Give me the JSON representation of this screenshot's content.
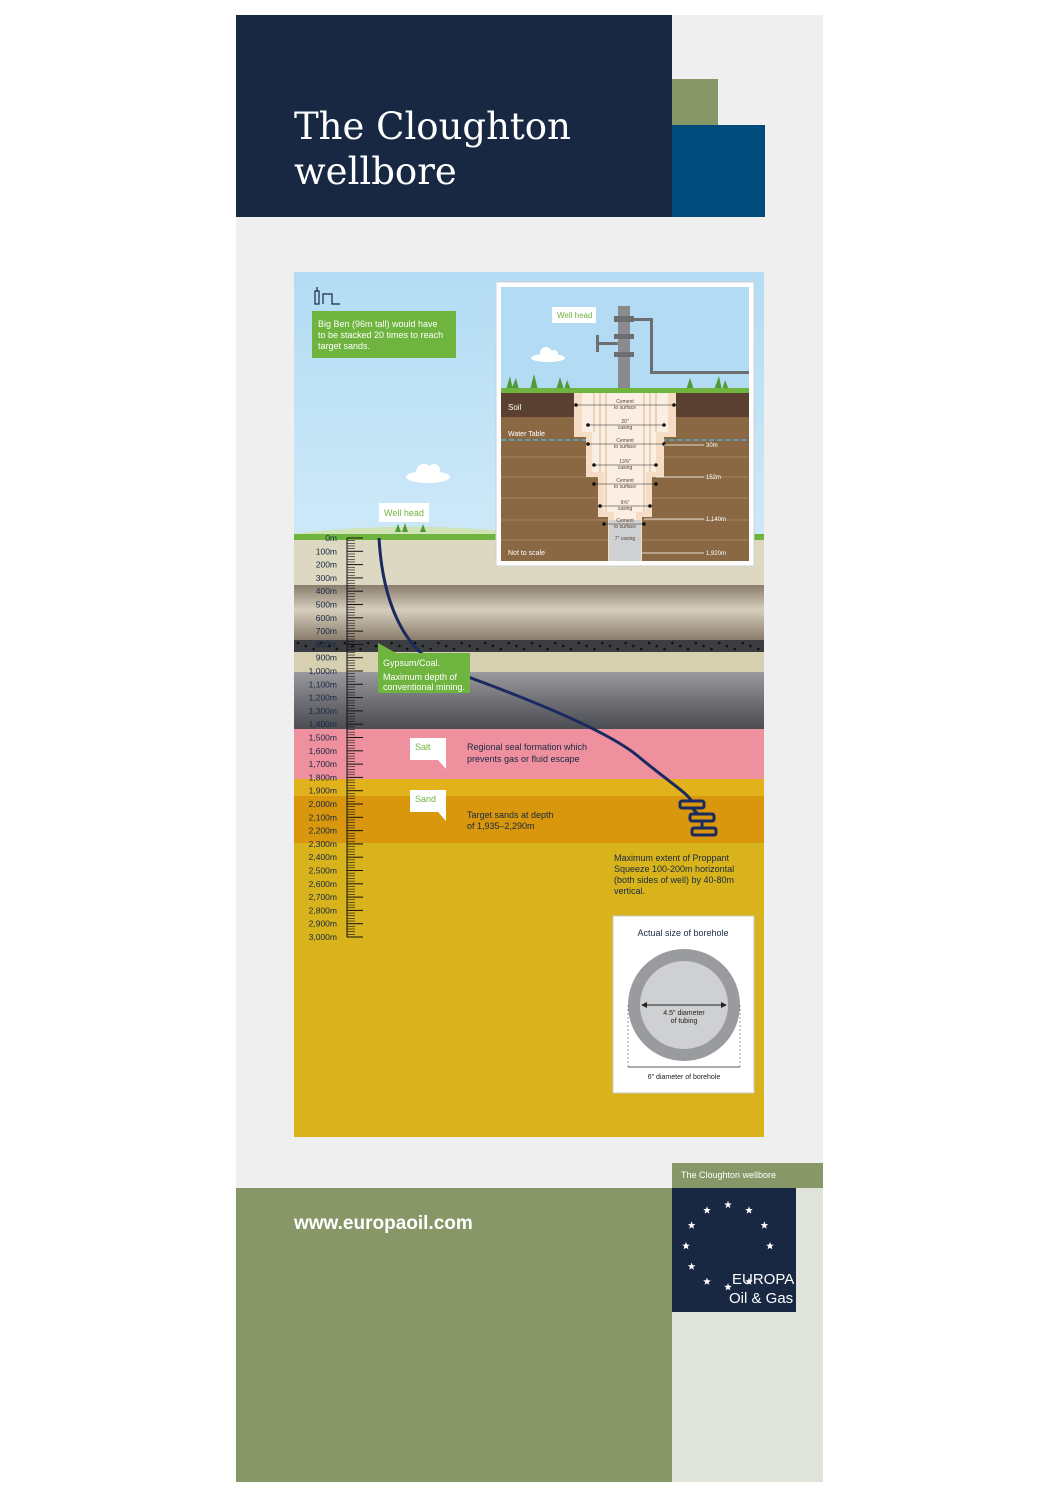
{
  "title": {
    "line1": "The Cloughton",
    "line2": "wellbore"
  },
  "diagram": {
    "big_ben_note": [
      "Big Ben (96m tall) would have",
      "to be stacked 20 times to reach",
      "target sands."
    ],
    "well_head_label": "Well head",
    "depth_labels": [
      "0m",
      "100m",
      "200m",
      "300m",
      "400m",
      "500m",
      "600m",
      "700m",
      "800m",
      "900m",
      "1,000m",
      "1,100m",
      "1,200m",
      "1,300m",
      "1,400m",
      "1,500m",
      "1,600m",
      "1,700m",
      "1,800m",
      "1,900m",
      "2,000m",
      "2,100m",
      "2,200m",
      "2,300m",
      "2,400m",
      "2,500m",
      "2,600m",
      "2,700m",
      "2,800m",
      "2,900m",
      "3,000m"
    ],
    "gypsum_note": [
      "Gypsum/Coal.",
      "Maximum depth of",
      "conventional mining."
    ],
    "salt_label": "Salt",
    "salt_note": [
      "Regional seal formation which",
      "prevents gas or fluid escape"
    ],
    "sand_label": "Sand",
    "sand_note": [
      "Target sands at depth",
      "of 1,935–2,290m"
    ],
    "proppant_note": [
      "Maximum extent of Proppant",
      "Squeeze 100-200m horizontal",
      "(both sides of well) by 40-80m",
      "vertical."
    ],
    "inset": {
      "well_head": "Well head",
      "soil": "Soil",
      "water_table": "Water Table",
      "not_to_scale": "Not to scale",
      "casing_labels": [
        [
          "Cement",
          "to surface"
        ],
        [
          "20\"",
          "casing"
        ],
        [
          "Cement",
          "to surface"
        ],
        [
          "13⅜\"",
          "casing"
        ],
        [
          "Cement",
          "to surface"
        ],
        [
          "9⅝\"",
          "casing"
        ],
        [
          "Cement",
          "to surface"
        ],
        [
          "7\" casing"
        ]
      ],
      "depth_marks": [
        "30m",
        "152m",
        "1,140m",
        "1,920m"
      ]
    },
    "borehole": {
      "title": "Actual size of borehole",
      "tubing": [
        "4.5\" diameter",
        "of tubing"
      ],
      "borehole": "6\" diameter of borehole"
    }
  },
  "footer": {
    "website": "www.europaoil.com",
    "tab": "The Cloughton wellbore",
    "logo_line1": "EUROPA",
    "logo_line2": "Oil & Gas"
  },
  "colors": {
    "navy": "#182843",
    "olive": "#879767",
    "blue": "#004b7c",
    "sky": "#bfe1f5",
    "salt": "#ef909f",
    "sand": "#d8970c",
    "mustard": "#d9b31b",
    "well_green": "#6eb43f"
  }
}
